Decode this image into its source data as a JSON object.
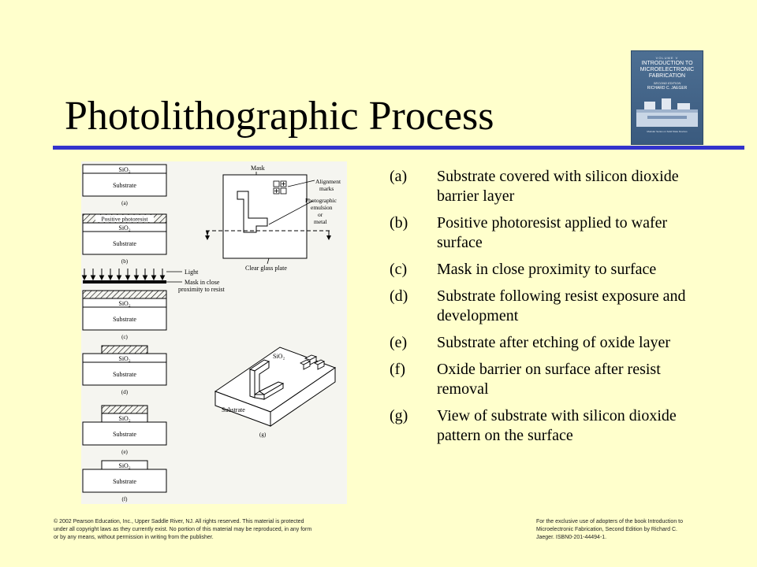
{
  "slide": {
    "title": "Photolithographic Process"
  },
  "book_cover": {
    "series": "VOLUME V",
    "title": "INTRODUCTION TO MICROELECTRONIC FABRICATION",
    "edition": "SECOND EDITION",
    "author": "RICHARD C. JAEGER",
    "footer": "Modular Series on Solid State Devices"
  },
  "figure": {
    "sio2": "SiO₂",
    "substrate": "Substrate",
    "positive_photoresist": "Positive photoresist",
    "mask": "Mask",
    "alignment_marks": [
      "Alignment",
      "marks"
    ],
    "emulsion": [
      "Photographic",
      "emulsion",
      "or",
      "metal"
    ],
    "clear_glass_plate": "Clear glass plate",
    "light": "Light",
    "mask_close": [
      "Mask in close",
      "proximity to resist"
    ],
    "captions": [
      "(a)",
      "(b)",
      "(c)",
      "(d)",
      "(e)",
      "(f)",
      "(g)"
    ]
  },
  "steps": [
    {
      "label": "(a)",
      "text": "Substrate covered with silicon dioxide barrier layer"
    },
    {
      "label": "(b)",
      "text": "Positive photoresist applied to wafer surface"
    },
    {
      "label": "(c)",
      "text": "Mask in close proximity to surface"
    },
    {
      "label": "(d)",
      "text": "Substrate following resist exposure and development"
    },
    {
      "label": "(e)",
      "text": "Substrate after etching of oxide layer"
    },
    {
      "label": "(f)",
      "text": "Oxide barrier on surface after resist removal"
    },
    {
      "label": "(g)",
      "text": "View of substrate with silicon dioxide pattern on the surface"
    }
  ],
  "footer": {
    "left": "© 2002 Pearson Education, Inc., Upper Saddle River, NJ. All rights reserved. This material is protected under all copyright laws as they currently exist. No portion of this material may be reproduced, in any form or by any means, without permission in writing from the publisher.",
    "right": "For the exclusive use of adopters of the book Introduction to Microelectronic Fabrication, Second Edition by Richard C. Jaeger. ISBN0-201-44494-1."
  },
  "colors": {
    "background": "#ffffcc",
    "title_rule": "#3333cc"
  }
}
